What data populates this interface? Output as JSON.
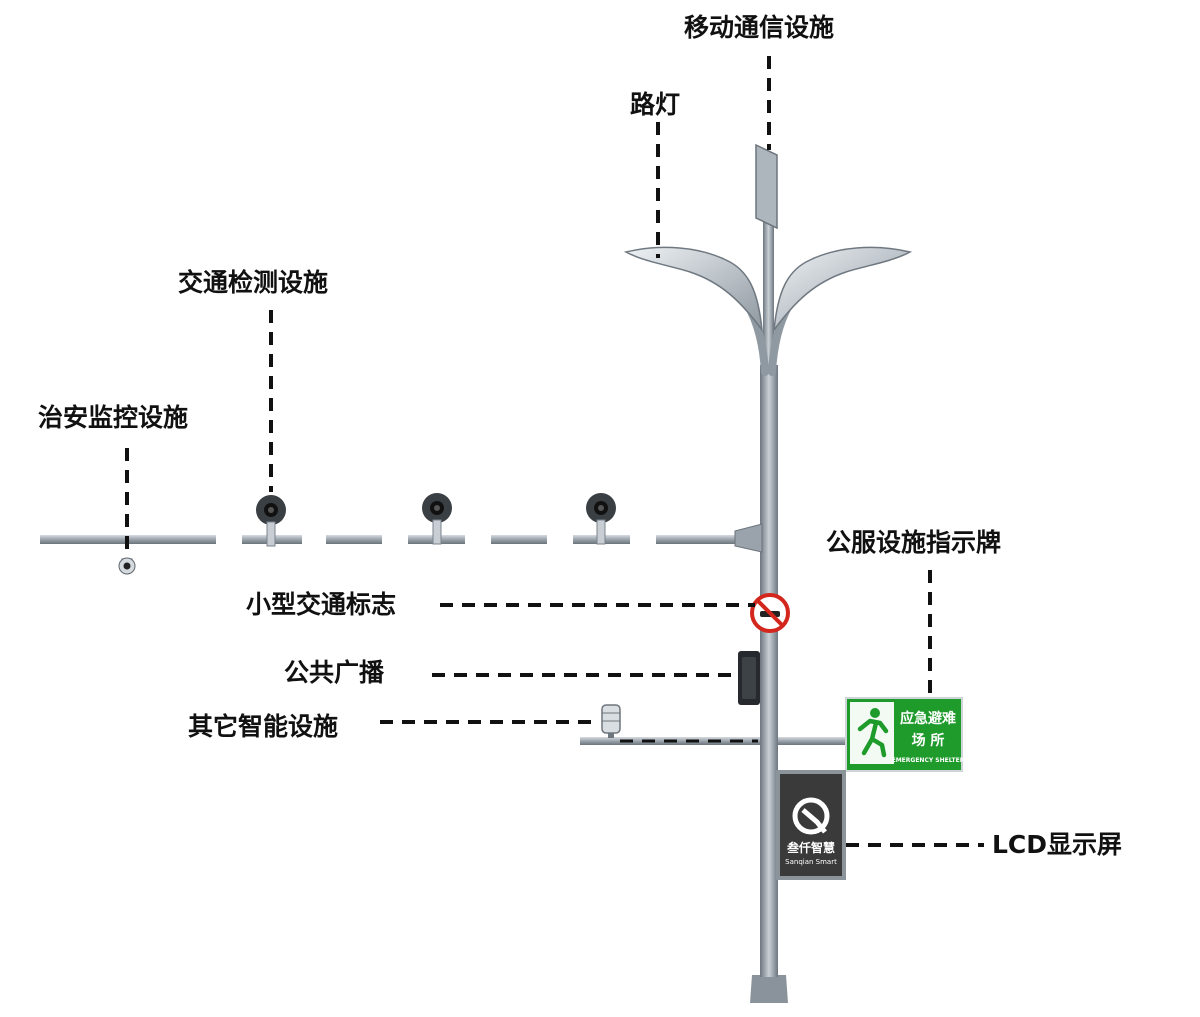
{
  "labels": {
    "mobile_comm": "移动通信设施",
    "street_light": "路灯",
    "traffic_detection": "交通检测设施",
    "security_monitoring": "治安监控设施",
    "small_traffic_sign": "小型交通标志",
    "public_broadcast": "公共广播",
    "other_smart": "其它智能设施",
    "public_service_sign": "公服设施指示牌",
    "lcd_screen": "LCD显示屏"
  },
  "shelter_sign": {
    "line1": "应急避难",
    "line2": "场 所",
    "english": "EMERGENCY SHELTER",
    "color": "#1f9b2c"
  },
  "lcd": {
    "brand_cn": "叁仟智慧",
    "brand_en": "Sanqian Smart",
    "background": "#3a3a3a"
  },
  "icons": [
    "pedestrian-exit-icon",
    "no-entry-sign-icon",
    "camera-icon",
    "speaker-icon",
    "sensor-icon",
    "brand-logo-icon"
  ]
}
